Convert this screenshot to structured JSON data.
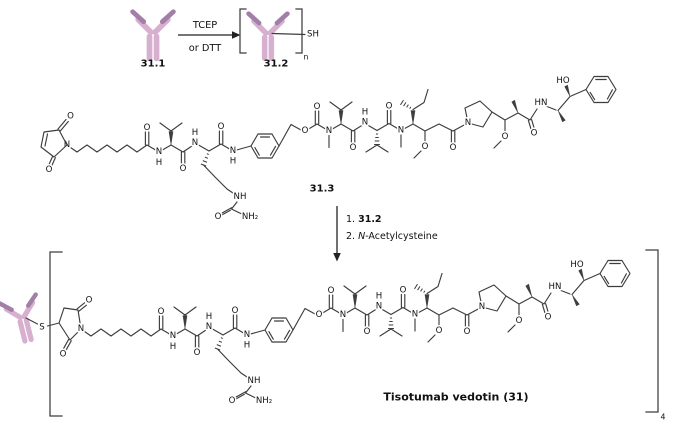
{
  "scheme": {
    "labels": {
      "reactant": "31.1",
      "reduced": "31.2",
      "linker": "31.3",
      "product": "Tisotumab vedotin (31)"
    },
    "arrow1": {
      "top": "TCEP",
      "bottom": "or DTT"
    },
    "arrow2": {
      "step1_num": "1. ",
      "step1_ref": "31.2",
      "step2_num": "2. ",
      "step2_italic": "N",
      "step2_rest": "-Acetylcysteine"
    },
    "thiol": "SH",
    "sub_n": "n",
    "sub_4": "4"
  },
  "glyphs": {
    "O": "O",
    "N": "N",
    "H": "H",
    "NH": "NH",
    "HN": "HN",
    "NH2": "NH₂",
    "S": "S",
    "HO": "HO"
  },
  "colors": {
    "antibody_light": "#d7b0cf",
    "antibody_dark": "#a27fa9",
    "bond": "#3d3d3d",
    "text": "#111111",
    "background": "#ffffff"
  }
}
